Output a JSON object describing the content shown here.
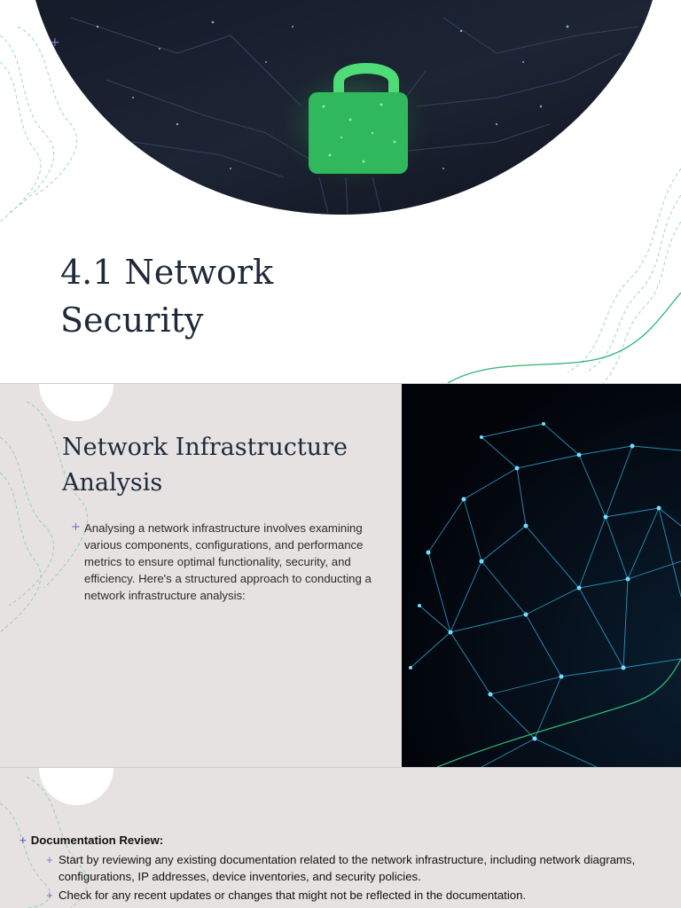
{
  "slide1": {
    "title": "4.1 Network Security",
    "title_line1": "4.1 Network",
    "title_line2": "Security",
    "hero_image": "padlock-circuit-board"
  },
  "slide2": {
    "heading_line1": "Network Infrastructure",
    "heading_line2": "Analysis",
    "bullet": "Analysing a network infrastructure involves examining various components, configurations, and performance metrics to ensure optimal functionality, security, and efficiency. Here's a structured approach to conducting a network infrastructure analysis:",
    "image": "network-globe"
  },
  "slide3": {
    "heading": "Documentation Review:",
    "items": [
      "Start by reviewing any existing documentation related to the network infrastructure, including network diagrams, configurations, IP addresses, device inventories, and security policies.",
      "Check for any recent updates or changes that might not be reflected in the documentation."
    ]
  },
  "colors": {
    "accent_plus": "#7b6fd0",
    "slide_bg_gray": "#e7e2e2",
    "title_text": "#1e2a3a",
    "contour_teal": "#7fc7b3",
    "contour_green": "#2bb673"
  }
}
